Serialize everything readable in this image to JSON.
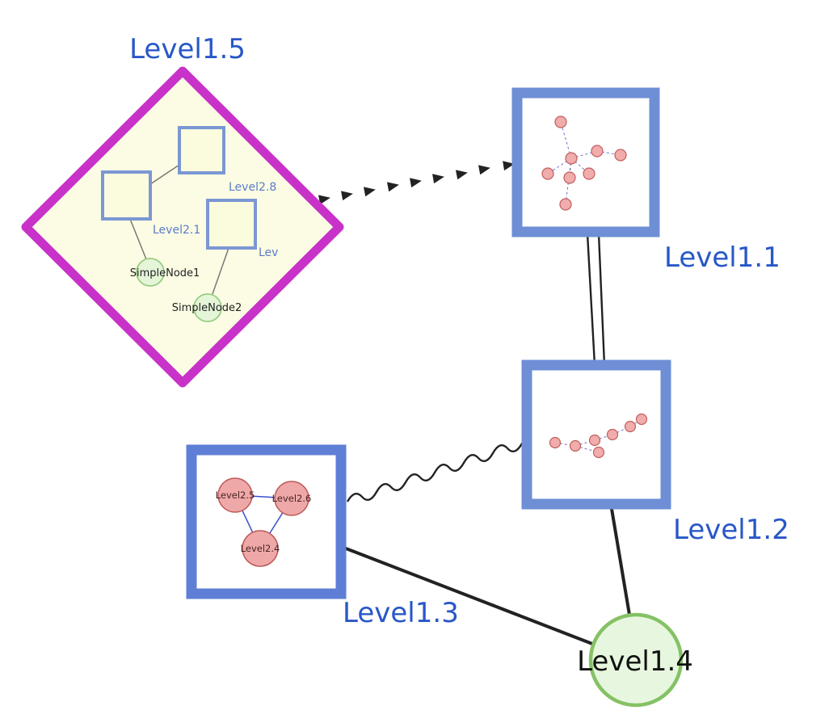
{
  "labels": {
    "level1_5": "Level1.5",
    "level1_1": "Level1.1",
    "level1_2": "Level1.2",
    "level1_3": "Level1.3",
    "level1_4": "Level1.4",
    "level2_8": "Level2.8",
    "level2_1": "Level2.1",
    "level2_trunc": "Lev",
    "simple_node_1": "SimpleNode1",
    "simple_node_2": "SimpleNode2",
    "level2_5": "Level2.5",
    "level2_6": "Level2.6",
    "level2_4": "Level2.4"
  },
  "edges": [
    {
      "from": "Level1.5",
      "to": "Level1.1",
      "style": "dashed-arrow"
    },
    {
      "from": "Level1.1",
      "to": "Level1.2",
      "style": "double-line"
    },
    {
      "from": "Level1.3",
      "to": "Level1.2",
      "style": "wavy"
    },
    {
      "from": "Level1.3",
      "to": "Level1.4",
      "style": "solid"
    },
    {
      "from": "Level1.2",
      "to": "Level1.4",
      "style": "solid"
    }
  ],
  "colors": {
    "group_diamond_border": "#C832C8",
    "group_diamond_fill": "#FCFCE4",
    "frame_node_border": "#6E8FD6",
    "label_blue": "#2857C8",
    "green_node_fill": "#E4F5D8",
    "green_node_border": "#85C165",
    "mini_node_fill": "#F1ACAC",
    "mini_node_border": "#C25E5E",
    "mini_edge_blue": "#7070D0",
    "edge_black": "#222222"
  }
}
